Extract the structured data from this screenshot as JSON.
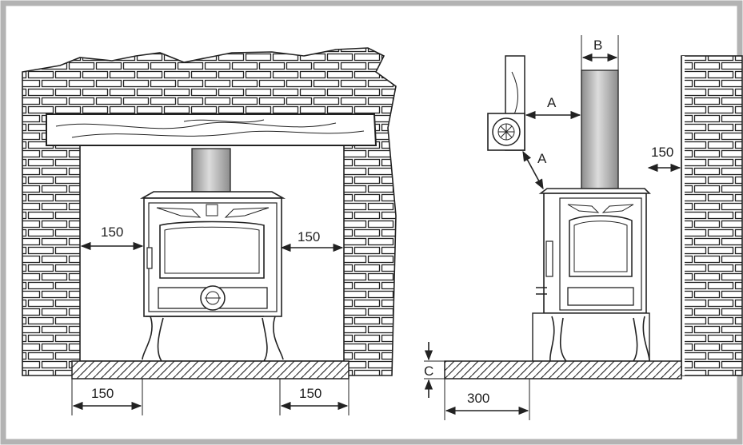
{
  "colors": {
    "frame": "#b3b3b3",
    "line": "#222222",
    "flue": "#bdbdbd",
    "background": "#ffffff"
  },
  "front_view": {
    "left_clearance": "150",
    "right_clearance": "150",
    "hearth_left_projection": "150",
    "hearth_right_projection": "150"
  },
  "side_view": {
    "flue_diameter_label": "B",
    "clearance_to_wall_label": "A",
    "clearance_to_vent_label": "A",
    "rear_clearance": "150",
    "hearth_thickness_label": "C",
    "hearth_front_projection": "300"
  }
}
